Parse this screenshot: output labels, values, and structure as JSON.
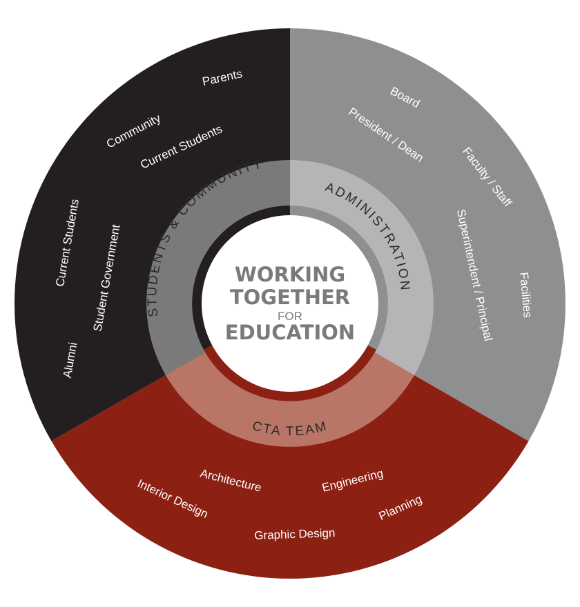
{
  "center": {
    "line1": "WORKING",
    "line2": "TOGETHER",
    "line3": "FOR",
    "line4": "EDUCATION"
  },
  "ring": {
    "students_community": "STUDENTS & COMMUNITY",
    "administration": "ADMINISTRATION",
    "cta_team": "CTA TEAM"
  },
  "students_community": {
    "parents": "Parents",
    "community": "Community",
    "current_students_a": "Current Students",
    "current_students_b": "Current Students",
    "student_government": "Student Government",
    "alumni": "Alumni"
  },
  "administration": {
    "board": "Board",
    "president_dean": "President / Dean",
    "faculty_staff": "Faculty / Staff",
    "superintendent": "Superintendent / Principal",
    "facilities": "Facilities"
  },
  "cta_team": {
    "architecture": "Architecture",
    "engineering": "Engineering",
    "interior_design": "Interior Design",
    "planning": "Planning",
    "graphic_design": "Graphic Design"
  },
  "colors": {
    "students_dark": "#231f20",
    "admin_gray": "#8e8f91",
    "cta_red": "#8c2012",
    "ring_students": "#7b7a7b",
    "ring_admin": "#b5b5b7",
    "ring_cta": "#b97565"
  }
}
